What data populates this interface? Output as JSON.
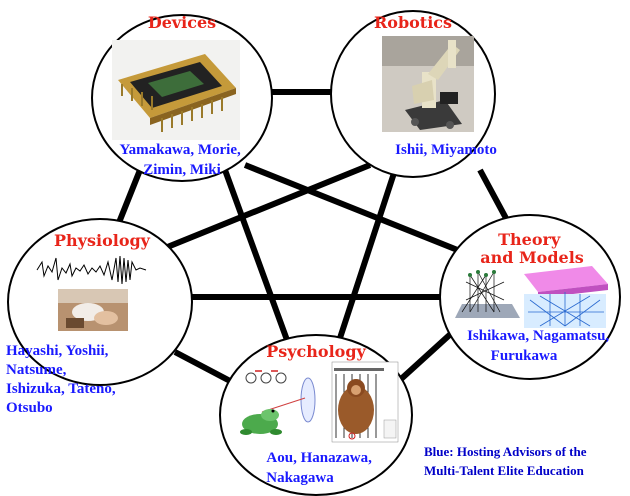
{
  "nodes": {
    "devices": {
      "title": "Devices",
      "names": [
        "Yamakawa,  Morie,",
        "Zimin,  Miki"
      ],
      "photo": "integrated-circuit-chip-photo"
    },
    "robotics": {
      "title": "Robotics",
      "names": [
        "Ishii,  Miyamoto"
      ],
      "photo": "robot-arm-photo"
    },
    "physiology": {
      "title": "Physiology",
      "names": [
        "Hayashi,  Yoshii,",
        "Natsume,",
        "Ishizuka,  Tateno,",
        "Otsubo"
      ],
      "photo": "neural-recording-and-lab-animal-photo"
    },
    "theory": {
      "title": [
        "Theory",
        "and Models"
      ],
      "names": [
        "Ishikawa,  Nagamatsu,",
        "Furukawa"
      ],
      "photo": "network-model-diagrams"
    },
    "psychology": {
      "title": "Psychology",
      "names": [
        "Aou,  Hanazawa,",
        "Nakagawa"
      ],
      "photo": "frog-and-monkey-experiment-illustration"
    }
  },
  "note": [
    "Blue: Hosting Advisors of the",
    "Multi-Talent Elite Education"
  ],
  "colors": {
    "title": "#e8251a",
    "names": "#1a1aff",
    "note": "#0000c8",
    "connector": "#000000"
  }
}
